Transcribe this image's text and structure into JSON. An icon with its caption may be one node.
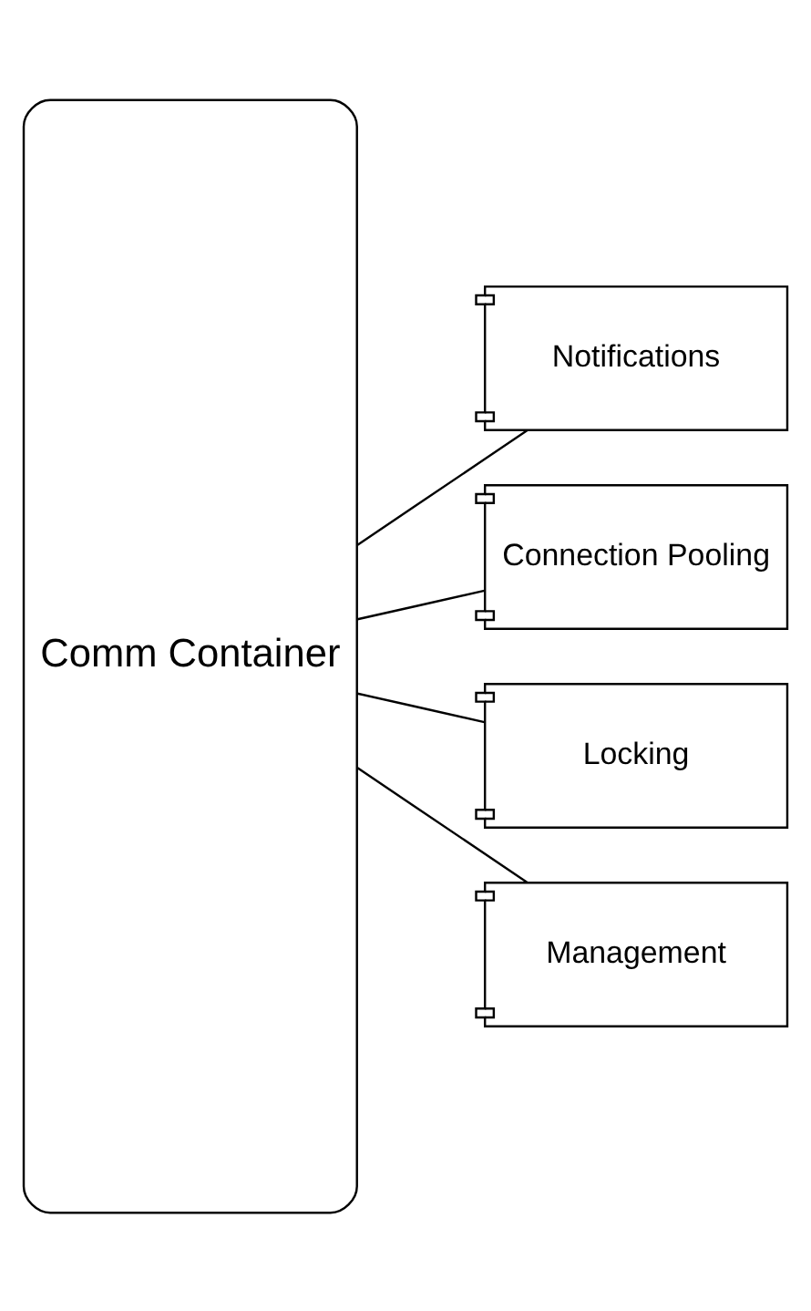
{
  "diagram": {
    "nodes": [
      {
        "text": [
          "Comm Container"
        ]
      },
      {
        "text": [
          "Notifications"
        ]
      },
      {
        "text": [
          "Connection Pooling"
        ]
      },
      {
        "text": [
          "Locking"
        ]
      },
      {
        "text": [
          "Management"
        ]
      }
    ],
    "edges": [
      {
        "from": 0,
        "to": 1,
        "arrow": "none"
      },
      {
        "from": 0,
        "to": 2,
        "arrow": "none"
      },
      {
        "from": 0,
        "to": 3,
        "arrow": "none"
      },
      {
        "from": 0,
        "to": 4,
        "arrow": "none"
      }
    ]
  }
}
